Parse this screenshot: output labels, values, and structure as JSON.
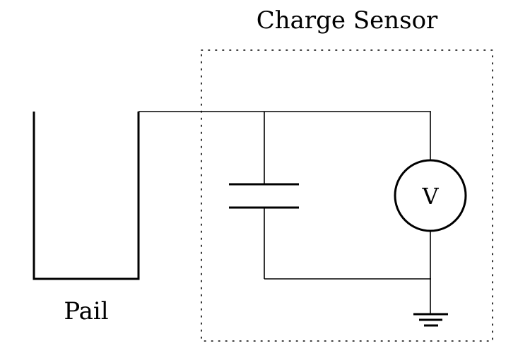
{
  "diagram": {
    "title": "Charge Sensor",
    "pail_label": "Pail",
    "voltmeter_label": "V",
    "components": [
      {
        "type": "pail",
        "label": "Pail"
      },
      {
        "type": "capacitor"
      },
      {
        "type": "voltmeter",
        "label": "V"
      },
      {
        "type": "ground"
      }
    ],
    "enclosure": {
      "label": "Charge Sensor",
      "style": "dotted"
    },
    "colors": {
      "stroke": "#000000",
      "background": "#ffffff"
    }
  }
}
